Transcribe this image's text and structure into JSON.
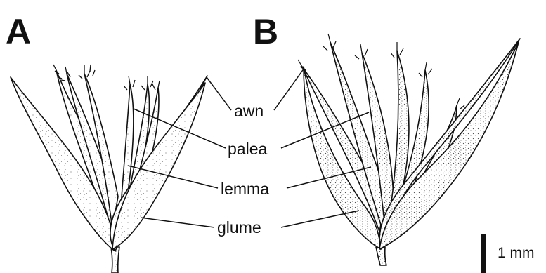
{
  "panels": [
    {
      "letter": "A"
    },
    {
      "letter": "B"
    }
  ],
  "labels": {
    "awn": "awn",
    "palea": "palea",
    "lemma": "lemma",
    "glume": "glume"
  },
  "scale_bar": {
    "label": "1 mm"
  }
}
